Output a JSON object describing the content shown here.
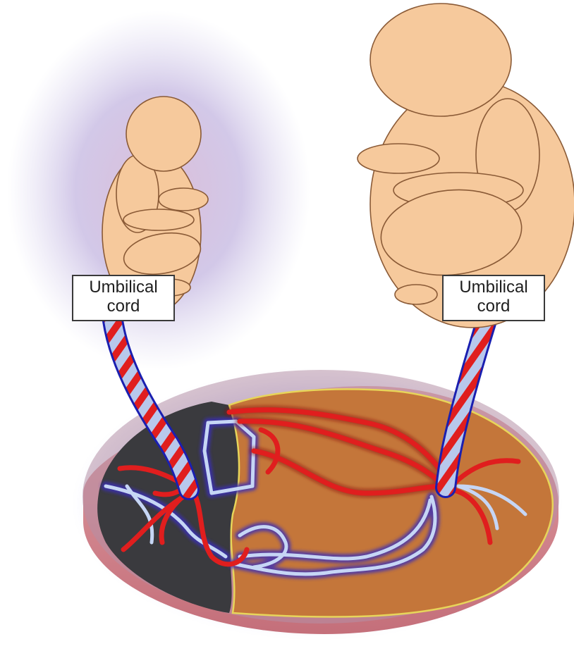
{
  "labels": {
    "left_cord": {
      "line1": "Umbilical",
      "line2": "cord"
    },
    "right_cord": {
      "line1": "Umbilical",
      "line2": "cord"
    }
  },
  "colors": {
    "skin": "#f6c99c",
    "skin_outline": "#8a5a36",
    "artery": "#e01e1e",
    "vein": "#1a1fb0",
    "vein_light": "#c6d6f5",
    "placenta_orange": "#c4763a",
    "placenta_dark": "#3a3a3e",
    "disc_pink": "#d88a92",
    "amniotic_glow": "#8f7bc6",
    "placenta_edge": "#e7d55a"
  }
}
